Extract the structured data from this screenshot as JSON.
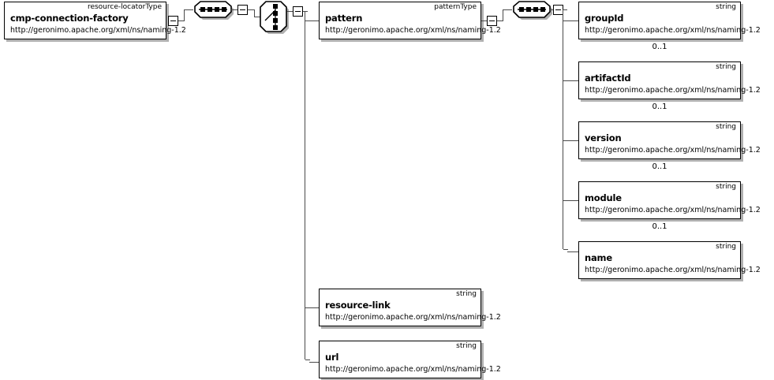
{
  "diagram": {
    "title": "cmp-connection-factory schema diagram",
    "kind": "xml-schema-element-diagram",
    "namespace": "http://geronimo.apache.org/xml/ns/naming-1.2",
    "root": {
      "name": "cmp-connection-factory",
      "type": "resource-locatorType",
      "namespace": "http://geronimo.apache.org/xml/ns/naming-1.2"
    },
    "compositors": [
      {
        "id": "sequence-root",
        "kind": "sequence",
        "icon": "sequence-icon"
      },
      {
        "id": "choice-main",
        "kind": "choice",
        "icon": "choice-icon"
      },
      {
        "id": "sequence-pattern",
        "kind": "sequence",
        "icon": "sequence-icon"
      }
    ],
    "toggles": [
      {
        "id": "toggle-root",
        "state": "expanded",
        "symbol": "minus"
      },
      {
        "id": "toggle-sequence-root",
        "state": "expanded",
        "symbol": "minus"
      },
      {
        "id": "toggle-choice",
        "state": "expanded",
        "symbol": "minus"
      },
      {
        "id": "toggle-pattern",
        "state": "expanded",
        "symbol": "minus"
      },
      {
        "id": "toggle-sequence-pattern",
        "state": "expanded",
        "symbol": "minus"
      }
    ],
    "nodes": {
      "pattern": {
        "name": "pattern",
        "type": "patternType",
        "namespace": "http://geronimo.apache.org/xml/ns/naming-1.2",
        "cardinality": ""
      },
      "group_id": {
        "name": "groupId",
        "type": "string",
        "namespace": "http://geronimo.apache.org/xml/ns/naming-1.2",
        "cardinality": "0..1"
      },
      "artifact_id": {
        "name": "artifactId",
        "type": "string",
        "namespace": "http://geronimo.apache.org/xml/ns/naming-1.2",
        "cardinality": "0..1"
      },
      "version": {
        "name": "version",
        "type": "string",
        "namespace": "http://geronimo.apache.org/xml/ns/naming-1.2",
        "cardinality": "0..1"
      },
      "module": {
        "name": "module",
        "type": "string",
        "namespace": "http://geronimo.apache.org/xml/ns/naming-1.2",
        "cardinality": "0..1"
      },
      "name_el": {
        "name": "name",
        "type": "string",
        "namespace": "http://geronimo.apache.org/xml/ns/naming-1.2",
        "cardinality": ""
      },
      "resource_link": {
        "name": "resource-link",
        "type": "string",
        "namespace": "http://geronimo.apache.org/xml/ns/naming-1.2",
        "cardinality": ""
      },
      "url": {
        "name": "url",
        "type": "string",
        "namespace": "http://geronimo.apache.org/xml/ns/naming-1.2",
        "cardinality": ""
      }
    },
    "colors": {
      "box_border": "#000000",
      "box_fill": "#ffffff",
      "shadow": "#b0b0b0",
      "line": "#4a4a4a",
      "text": "#000000"
    }
  }
}
